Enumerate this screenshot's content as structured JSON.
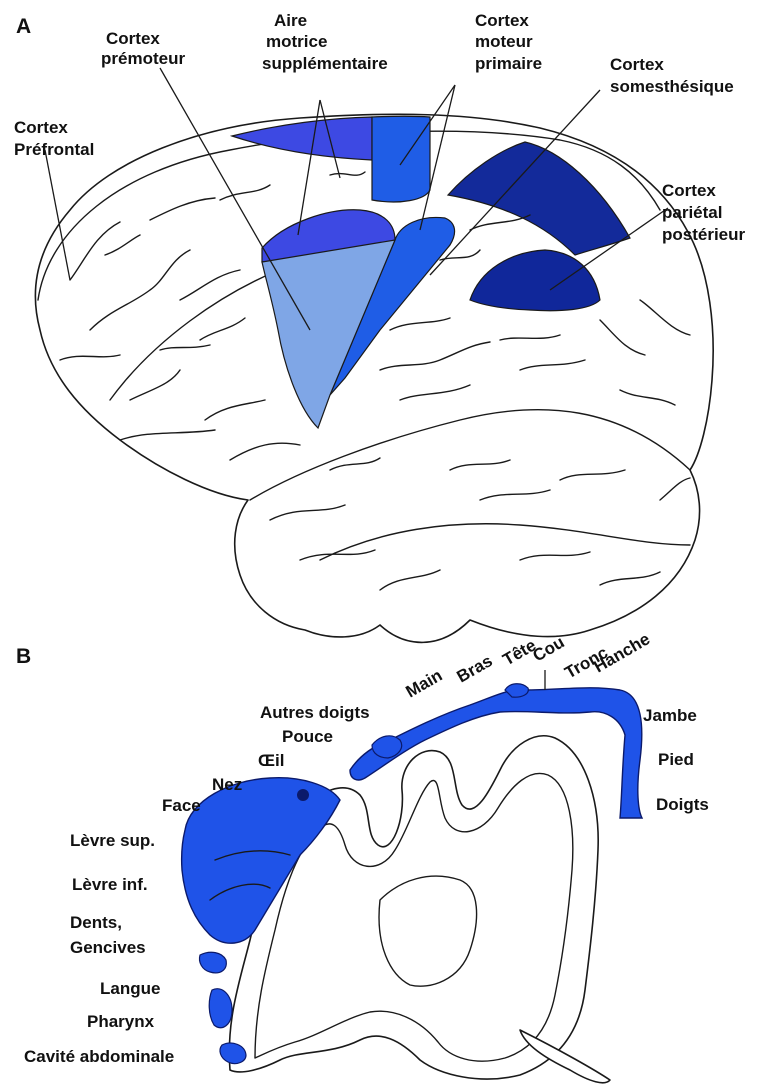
{
  "panel_a": {
    "letter": "A",
    "labels": {
      "premotor": [
        "Cortex",
        "prémoteur"
      ],
      "sma": [
        "Aire",
        "motrice",
        "supplémentaire"
      ],
      "primary_motor": [
        "Cortex",
        "moteur",
        "primaire"
      ],
      "somatosensory": [
        "Cortex",
        "somesthésique"
      ],
      "prefrontal": [
        "Cortex",
        "Préfrontal"
      ],
      "posterior_parietal": [
        "Cortex",
        "pariétal",
        "postérieur"
      ]
    },
    "colors": {
      "premotor": "#7fa6e6",
      "sma": "#3d49e3",
      "primary_motor": "#1f5de6",
      "somatosensory": "#132a9a",
      "posterior_parietal": "#10279a"
    }
  },
  "panel_b": {
    "letter": "B",
    "labels": {
      "main": "Main",
      "bras": "Bras",
      "tete": "Tête",
      "cou": "Cou",
      "tronc": "Tronc",
      "hanche": "Hanche",
      "autres_doigts": "Autres doigts",
      "pouce": "Pouce",
      "oeil": "Œil",
      "nez": "Nez",
      "face": "Face",
      "levre_sup": "Lèvre sup.",
      "levre_inf": "Lèvre inf.",
      "dents": [
        "Dents,",
        "Gencives"
      ],
      "langue": "Langue",
      "pharynx": "Pharynx",
      "cavite": "Cavité abdominale",
      "jambe": "Jambe",
      "pied": "Pied",
      "doigts": "Doigts"
    },
    "colors": {
      "homunculus": "#1f53e8"
    }
  }
}
